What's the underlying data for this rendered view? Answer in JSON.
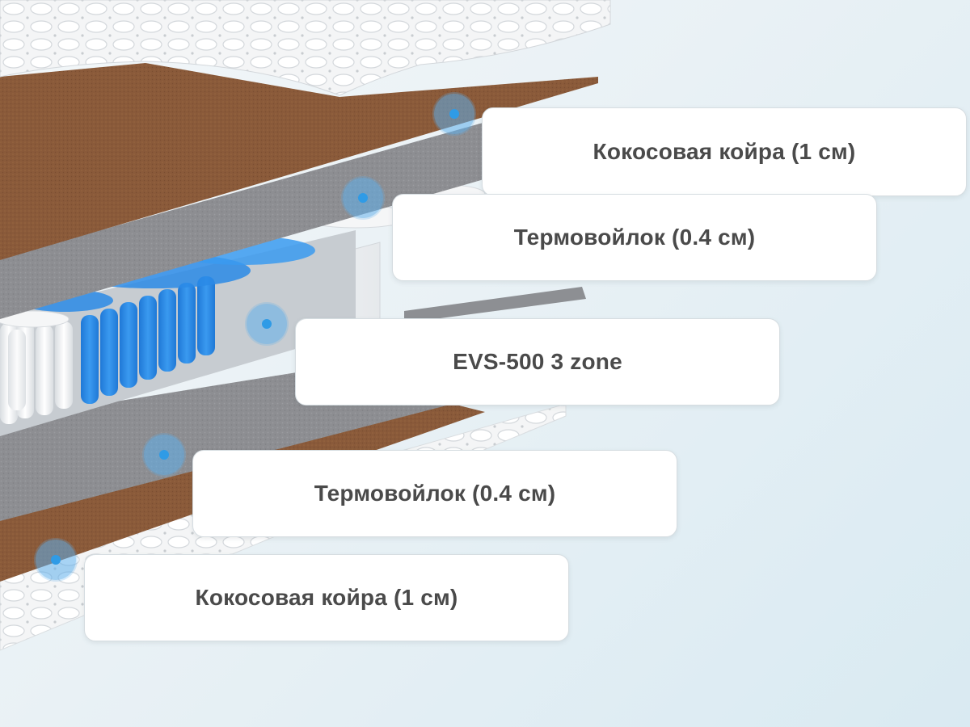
{
  "layers": [
    {
      "id": "coir-top",
      "label": "Кокосовая койра (1 см)"
    },
    {
      "id": "felt-top",
      "label": "Термовойлок (0.4 см)"
    },
    {
      "id": "springs",
      "label": "EVS-500 3 zone"
    },
    {
      "id": "felt-bottom",
      "label": "Термовойлок (0.4 см)"
    },
    {
      "id": "coir-bottom",
      "label": "Кокосовая койра (1 см)"
    }
  ],
  "colors": {
    "background": "#e9f1f5",
    "coir": "#8a5a3a",
    "felt": "#8e8e92",
    "spring_blue": "#2a8ae6",
    "spring_white": "#f2f4f6",
    "cover": "#f4f5f6",
    "hotspot": "#2f9be6",
    "label_text": "#4a4a4a"
  }
}
